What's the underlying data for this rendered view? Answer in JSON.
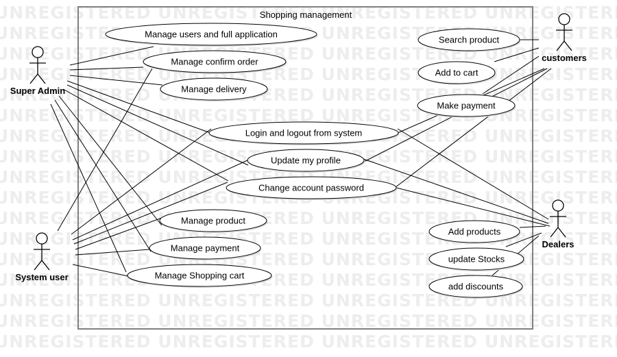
{
  "watermark": {
    "text": "UNREGISTERED"
  },
  "system": {
    "title": "Shopping management"
  },
  "actors": [
    {
      "id": "super_admin",
      "label": "Super Admin"
    },
    {
      "id": "system_user",
      "label": "System user"
    },
    {
      "id": "customers",
      "label": "customers"
    },
    {
      "id": "dealers",
      "label": "Dealers"
    }
  ],
  "use_cases": [
    {
      "id": "manage_users",
      "label": "Manage users and full application"
    },
    {
      "id": "confirm_order",
      "label": "Manage confirm order"
    },
    {
      "id": "delivery",
      "label": "Manage delivery"
    },
    {
      "id": "login",
      "label": "Login and logout from system"
    },
    {
      "id": "update_profile",
      "label": "Update my profile"
    },
    {
      "id": "change_password",
      "label": "Change account password"
    },
    {
      "id": "manage_product",
      "label": "Manage product"
    },
    {
      "id": "manage_payment",
      "label": "Manage payment"
    },
    {
      "id": "shopping_cart",
      "label": "Manage Shopping cart"
    },
    {
      "id": "search_product",
      "label": "Search product"
    },
    {
      "id": "add_to_cart",
      "label": "Add to cart"
    },
    {
      "id": "make_payment",
      "label": "Make payment"
    },
    {
      "id": "add_products",
      "label": "Add products"
    },
    {
      "id": "update_stocks",
      "label": "update Stocks"
    },
    {
      "id": "add_discounts",
      "label": "add discounts"
    }
  ],
  "associations": [
    {
      "actor": "super_admin",
      "use_case": "manage_users"
    },
    {
      "actor": "super_admin",
      "use_case": "confirm_order"
    },
    {
      "actor": "super_admin",
      "use_case": "delivery"
    },
    {
      "actor": "super_admin",
      "use_case": "login"
    },
    {
      "actor": "super_admin",
      "use_case": "update_profile"
    },
    {
      "actor": "super_admin",
      "use_case": "change_password"
    },
    {
      "actor": "super_admin",
      "use_case": "manage_product"
    },
    {
      "actor": "super_admin",
      "use_case": "manage_payment"
    },
    {
      "actor": "super_admin",
      "use_case": "shopping_cart"
    },
    {
      "actor": "system_user",
      "use_case": "confirm_order"
    },
    {
      "actor": "system_user",
      "use_case": "login"
    },
    {
      "actor": "system_user",
      "use_case": "update_profile"
    },
    {
      "actor": "system_user",
      "use_case": "change_password"
    },
    {
      "actor": "system_user",
      "use_case": "manage_product"
    },
    {
      "actor": "system_user",
      "use_case": "manage_payment"
    },
    {
      "actor": "system_user",
      "use_case": "shopping_cart"
    },
    {
      "actor": "customers",
      "use_case": "search_product"
    },
    {
      "actor": "customers",
      "use_case": "add_to_cart"
    },
    {
      "actor": "customers",
      "use_case": "make_payment"
    },
    {
      "actor": "customers",
      "use_case": "login"
    },
    {
      "actor": "customers",
      "use_case": "update_profile"
    },
    {
      "actor": "customers",
      "use_case": "change_password"
    },
    {
      "actor": "dealers",
      "use_case": "login"
    },
    {
      "actor": "dealers",
      "use_case": "update_profile"
    },
    {
      "actor": "dealers",
      "use_case": "change_password"
    },
    {
      "actor": "dealers",
      "use_case": "add_products"
    },
    {
      "actor": "dealers",
      "use_case": "update_stocks"
    },
    {
      "actor": "dealers",
      "use_case": "add_discounts"
    }
  ]
}
